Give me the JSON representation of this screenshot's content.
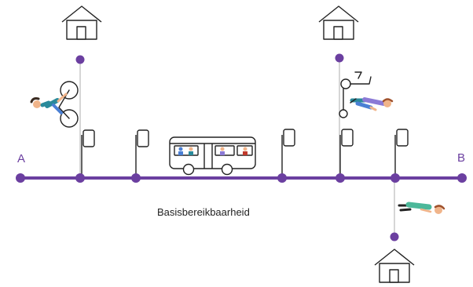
{
  "labels": {
    "start": "A",
    "end": "B",
    "caption": "Basisbereikbaarheid"
  },
  "colors": {
    "route": "#6b3fa0",
    "connector": "#c8c8c8",
    "outline": "#222222",
    "skin": "#f0b48a",
    "teal": "#2a8a9b",
    "blue": "#4a7fd4",
    "green": "#4cb89a",
    "purple_accent": "#8b7ad6"
  },
  "icons": [
    "house-icon",
    "bus-stop-sign-icon",
    "bus-icon",
    "cyclist-icon",
    "wheelchair-user-icon",
    "walking-person-icon"
  ]
}
